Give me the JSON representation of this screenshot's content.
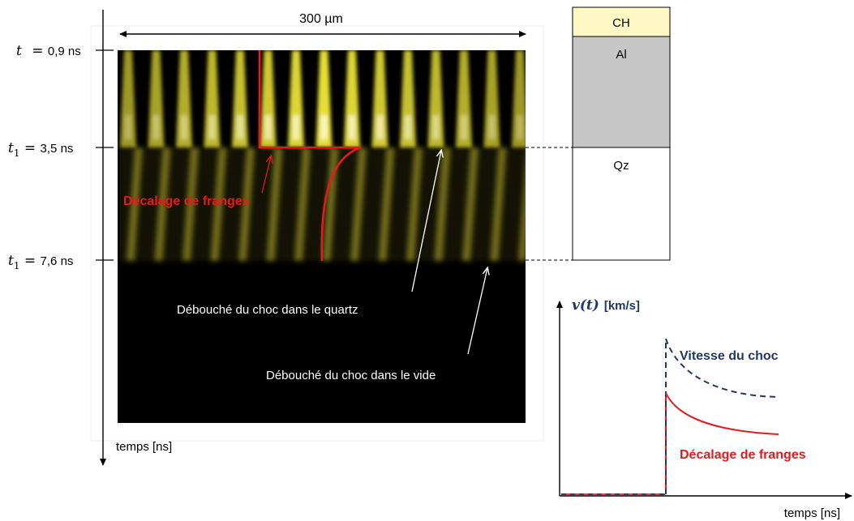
{
  "streak": {
    "width_label": "300 µm",
    "time_axis_label": "temps [ns]",
    "marks": [
      {
        "var": "t",
        "sub": "",
        "value": "0,9 ns"
      },
      {
        "var": "t",
        "sub": "1",
        "value": "3,5 ns"
      },
      {
        "var": "t",
        "sub": "1",
        "value": "7,6 ns"
      }
    ],
    "annotation_shift": "Décalage de franges",
    "annotation_quartz": "Débouché du choc dans le quartz",
    "annotation_vacuum": "Débouché du choc dans le vide"
  },
  "target": {
    "layers": [
      {
        "name": "CH",
        "color": "#fdf8c4"
      },
      {
        "name": "Al",
        "color": "#c6c6c6"
      },
      {
        "name": "Qz",
        "color": "#ffffff"
      }
    ]
  },
  "velocity_plot": {
    "ylabel_var": "v(t)",
    "ylabel_unit": "[km/s]",
    "xlabel": "temps [ns]",
    "series": [
      {
        "name": "Vitesse du choc",
        "color": "#1f3864",
        "dashed": true
      },
      {
        "name": "Décalage de franges",
        "color": "#e8191e",
        "dashed": false
      }
    ]
  },
  "colors": {
    "fringe": "#f2ea3a",
    "annotation_red": "#e8191e",
    "annotation_white": "#ffffff",
    "navy": "#1f3864"
  }
}
